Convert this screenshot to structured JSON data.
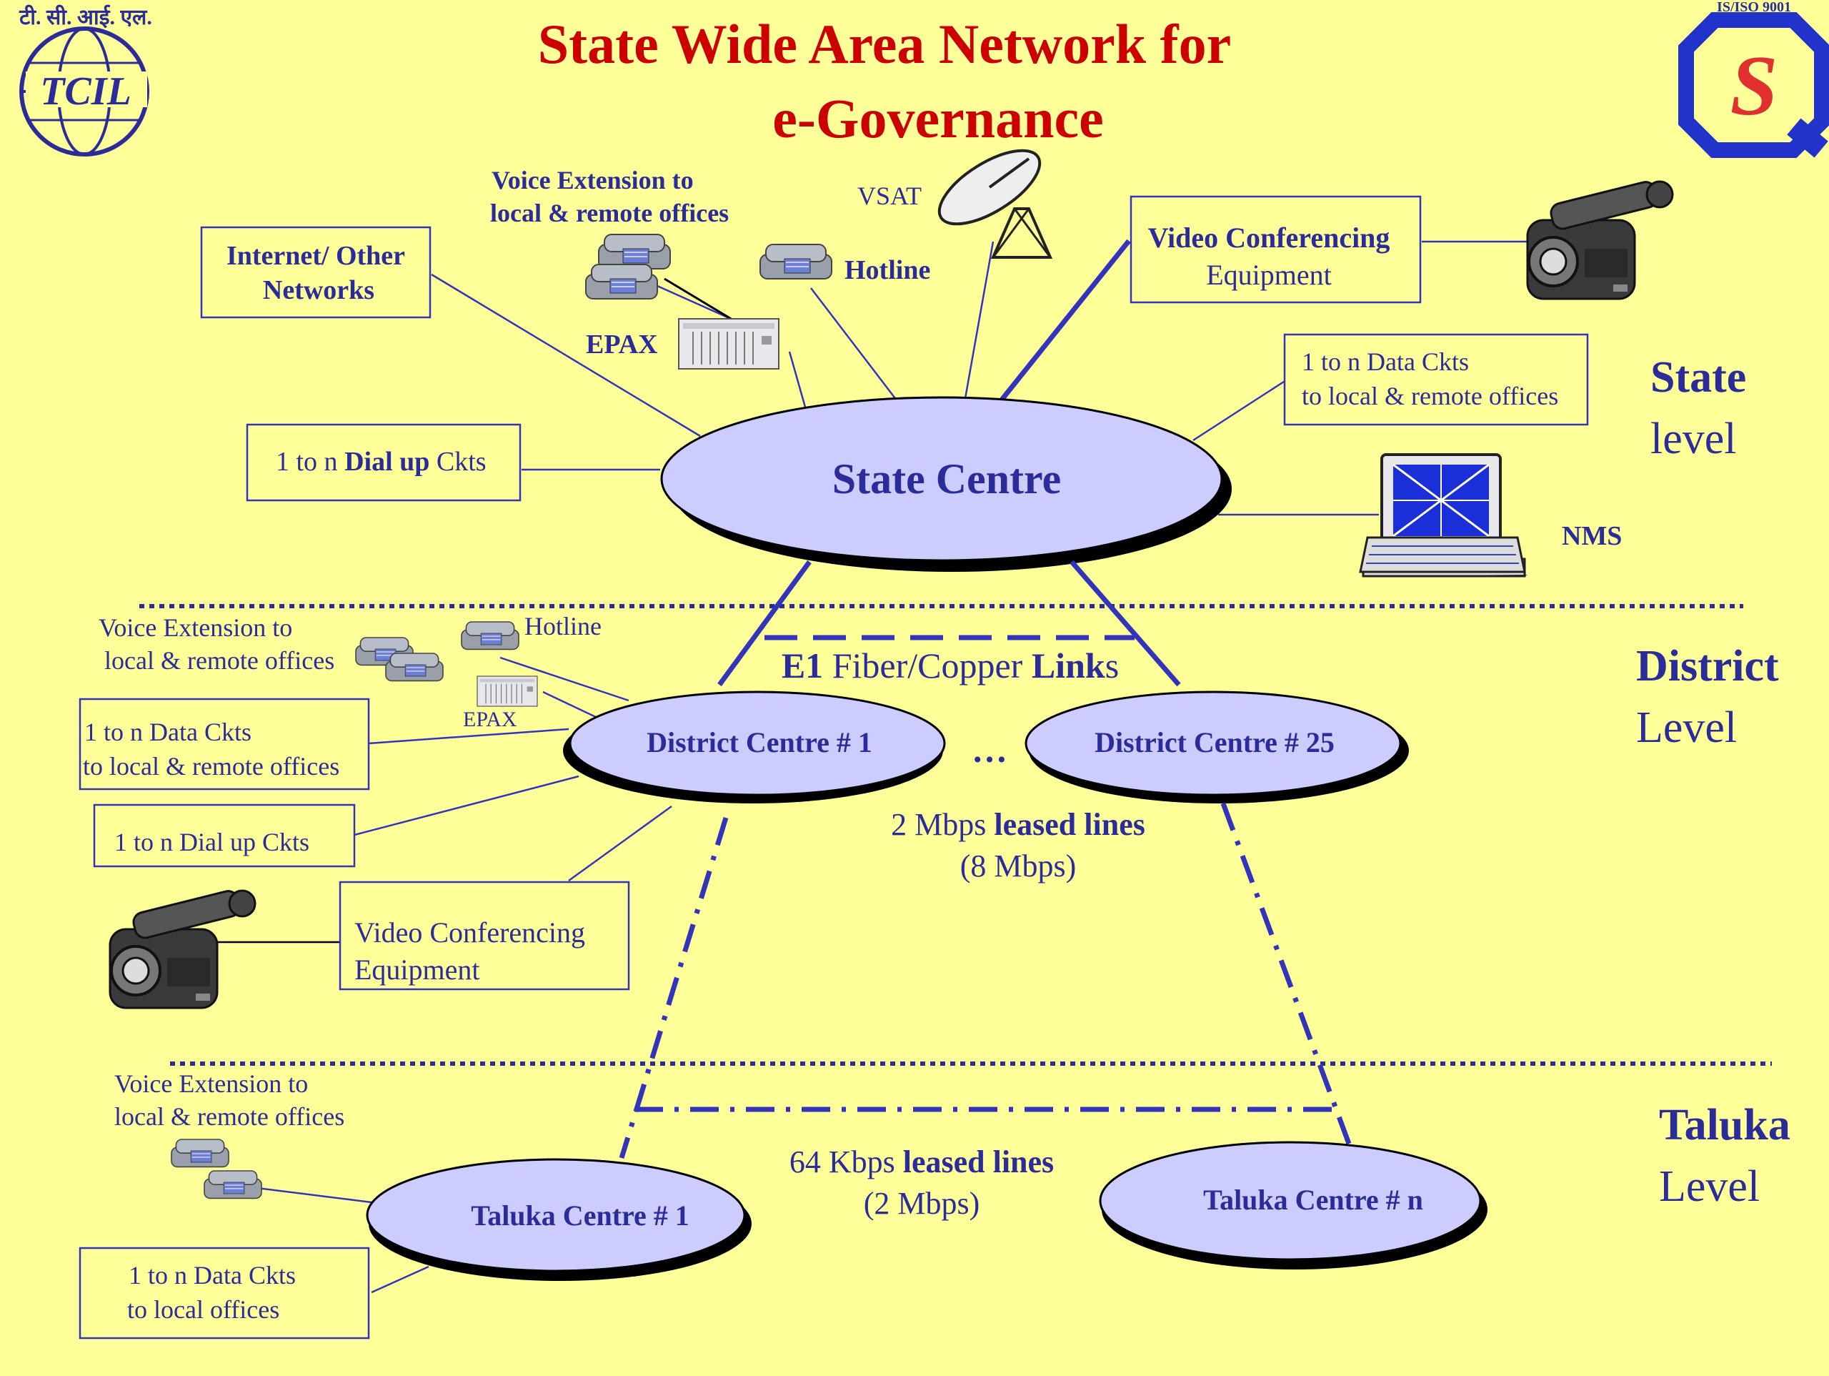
{
  "title": {
    "line1": "State Wide Area Network for",
    "line2": "e-Governance"
  },
  "logos": {
    "tcil_hindi": "टी. सी. आई. एल.",
    "tcil_text": "TCIL",
    "iso_text": "IS/ISO 9001",
    "iso_mark_letter": "S"
  },
  "levels": {
    "state": [
      "State",
      "level"
    ],
    "district": [
      "District",
      "Level"
    ],
    "taluka": [
      "Taluka",
      "Level"
    ]
  },
  "state": {
    "centre": "State Centre",
    "internet": [
      "Internet/ Other",
      "Networks"
    ],
    "voice_ext": [
      "Voice Extension to",
      "local & remote offices"
    ],
    "vsat": "VSAT",
    "hotline": "Hotline",
    "epax": "EPAX",
    "video_conf": [
      "Video Conferencing",
      "Equipment"
    ],
    "data_ckts": [
      "1 to n  Data Ckts",
      "to local & remote offices"
    ],
    "dialup": {
      "pre": "1 to n  ",
      "bold": "Dial up",
      "post": "  Ckts"
    },
    "nms": "NMS"
  },
  "links": {
    "e1": {
      "bold": "E1",
      "mid": " Fiber/Copper ",
      "bold2": "Link",
      "post": "s"
    },
    "mbps2": {
      "pre": "2 Mbps ",
      "bold": "leased lines",
      "sub": "(8 Mbps)"
    },
    "kbps64": {
      "pre": "64 Kbps ",
      "bold": "leased lines",
      "sub": "(2 Mbps)"
    }
  },
  "district": {
    "centre1": "District Centre # 1",
    "centre25": "District  Centre # 25",
    "ellipsis": "…",
    "voice_ext": [
      "Voice Extension to",
      "local & remote offices"
    ],
    "hotline": "Hotline",
    "epax": "EPAX",
    "data_ckts": [
      "1 to n Data Ckts",
      "to local & remote offices"
    ],
    "dialup": "1 to n Dial up Ckts",
    "video_conf": [
      "Video Conferencing",
      "Equipment"
    ]
  },
  "taluka": {
    "centre1": "Taluka Centre # 1",
    "centren": "Taluka Centre # n",
    "voice_ext": [
      "Voice Extension to",
      "local & remote offices"
    ],
    "data_ckts": [
      "1 to n  Data Ckts",
      "to local  offices"
    ]
  },
  "colors": {
    "background": "#ffff99",
    "title_red": "#cc0000",
    "navy": "#2b2b9a",
    "ellipse_fill": "#ccccff",
    "line_blue": "#3333bb"
  }
}
